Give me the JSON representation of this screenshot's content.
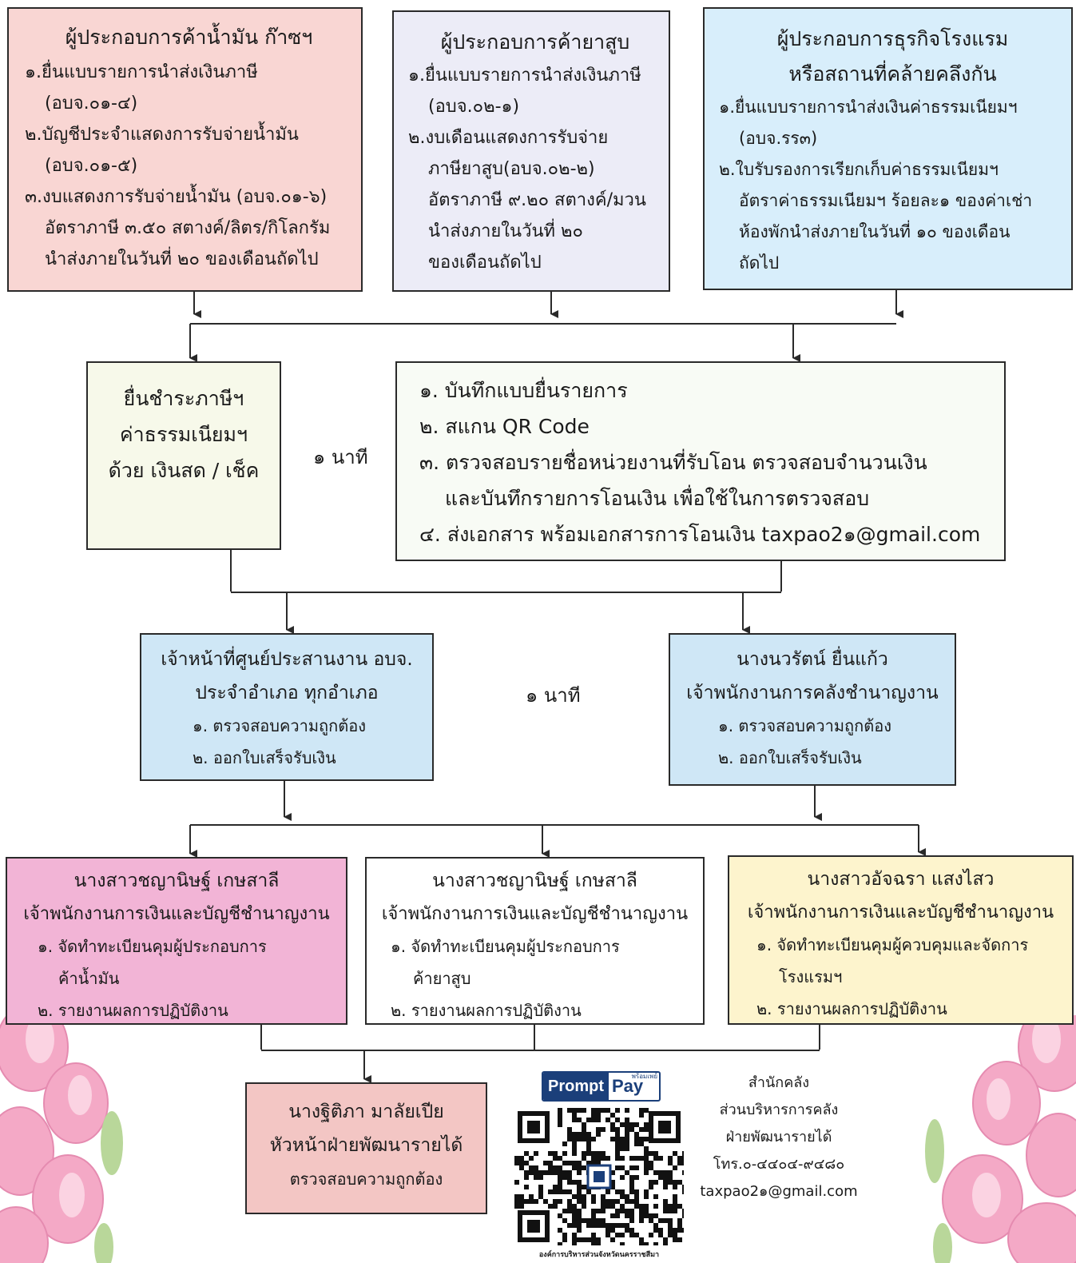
{
  "colors": {
    "oil": "#f9d6d3",
    "tobacco": "#ececf7",
    "hotel": "#d8eefb",
    "cash": "#f7f9ea",
    "officer": "#cfe7f6",
    "pink": "#f2b4d6",
    "yellow": "#fdf4cd",
    "head": "#f3c6c4"
  },
  "top": {
    "oil": {
      "title": "ผู้ประกอบการค้าน้ำมัน ก๊าซฯ",
      "lines": [
        "๑.ยื่นแบบรายการนำส่งเงินภาษี",
        "(อบจ.๐๑-๔)",
        "๒.บัญชีประจำแสดงการรับจ่ายน้ำมัน",
        "(อบจ.๐๑-๕)",
        "๓.งบแสดงการรับจ่ายน้ำมัน (อบจ.๐๑-๖)",
        "อัตราภาษี ๓.๕๐ สตางค์/ลิตร/กิโลกรัม",
        "นำส่งภายในวันที่ ๒๐ ของเดือนถัดไป"
      ]
    },
    "tobacco": {
      "title": "ผู้ประกอบการค้ายาสูบ",
      "lines": [
        "๑.ยื่นแบบรายการนำส่งเงินภาษี",
        "(อบจ.๐๒-๑)",
        "๒.งบเดือนแสดงการรับจ่าย",
        "ภาษียาสูบ(อบจ.๐๒-๒)",
        "อัตราภาษี ๙.๒๐ สตางค์/มวน",
        "นำส่งภายในวันที่ ๒๐",
        "ของเดือนถัดไป"
      ]
    },
    "hotel": {
      "title1": "ผู้ประกอบการธุรกิจโรงแรม",
      "title2": "หรือสถานที่คล้ายคลึงกัน",
      "lines": [
        "๑.ยื่นแบบรายการนำส่งเงินค่าธรรมเนียมฯ",
        "(อบจ.รร๓)",
        "๒.ใบรับรองการเรียกเก็บค่าธรรมเนียมฯ",
        "อัตราค่าธรรมเนียมฯ ร้อยละ๑ ของค่าเช่า",
        "ห้องพักนำส่งภายในวันที่ ๑๐ ของเดือน",
        "ถัดไป"
      ]
    }
  },
  "middle": {
    "cash": [
      "ยื่นชำระภาษีฯ",
      "ค่าธรรมเนียมฯ",
      "ด้วย เงินสด / เช็ค"
    ],
    "time_label": "๑ นาที",
    "transfer": [
      "๑. บันทึกแบบยื่นรายการ",
      "๒. สแกน QR Code",
      "๓. ตรวจสอบรายชื่อหน่วยงานที่รับโอน ตรวจสอบจำนวนเงิน",
      "และบันทึกรายการโอนเงิน เพื่อใช้ในการตรวจสอบ",
      "๔. ส่งเอกสาร พร้อมเอกสารการโอนเงิน taxpao2๑@gmail.com"
    ]
  },
  "officers": {
    "left": {
      "title1": "เจ้าหน้าที่ศูนย์ประสานงาน อบจ.",
      "title2": "ประจำอำเภอ ทุกอำเภอ",
      "items": [
        "๑. ตรวจสอบความถูกต้อง",
        "๒. ออกใบเสร็จรับเงิน"
      ]
    },
    "time_label": "๑ นาที",
    "right": {
      "title1": "นางนวรัตน์ ยื่นแก้ว",
      "title2": "เจ้าพนักงานการคลังชำนาญงาน",
      "items": [
        "๑. ตรวจสอบความถูกต้อง",
        "๒. ออกใบเสร็จรับเงิน"
      ]
    }
  },
  "accounts": [
    {
      "name": "นางสาวชญานิษฐ์ เกษสาลี",
      "position": "เจ้าพนักงานการเงินและบัญชีชำนาญงาน",
      "lines": [
        "๑. จัดทำทะเบียนคุมผู้ประกอบการ",
        "ค้าน้ำมัน",
        "๒. รายงานผลการปฏิบัติงาน"
      ]
    },
    {
      "name": "นางสาวชญานิษฐ์ เกษสาลี",
      "position": "เจ้าพนักงานการเงินและบัญชีชำนาญงาน",
      "lines": [
        "๑. จัดทำทะเบียนคุมผู้ประกอบการ",
        "ค้ายาสูบ",
        "๒. รายงานผลการปฏิบัติงาน"
      ]
    },
    {
      "name": "นางสาวอัจฉรา  แสงไสว",
      "position": "เจ้าพนักงานการเงินและบัญชีชำนาญงาน",
      "lines": [
        "๑. จัดทำทะเบียนคุมผู้ควบคุมและจัดการ",
        "โรงแรมฯ",
        "๒. รายงานผลการปฏิบัติงาน"
      ]
    }
  ],
  "head": {
    "name": "นางฐิติภา มาลัยเปีย",
    "position": "หัวหน้าฝ่ายพัฒนารายได้",
    "task": "ตรวจสอบความถูกต้อง"
  },
  "promptpay": {
    "logo_left": "Prompt",
    "logo_right": "Pay",
    "logo_small": "พร้อมเพย์",
    "caption": "องค์การบริหารส่วนจังหวัดนครราชสีมา"
  },
  "contact": [
    "สำนักคลัง",
    "ส่วนบริหารการคลัง",
    "ฝ่ายพัฒนารายได้",
    "โทร.๐-๔๔๐๔-๙๔๘๐",
    "taxpao2๑@gmail.com"
  ],
  "icons": [
    "tulip-decoration",
    "qr-code"
  ]
}
